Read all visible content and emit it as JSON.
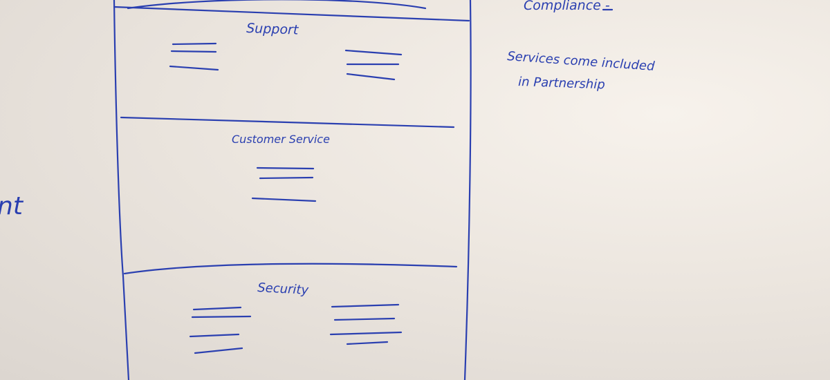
{
  "whiteboard": {
    "ink_color": "#2a3fb0",
    "board_color": "#ece6df",
    "sections": {
      "support": {
        "heading": "Support"
      },
      "customer_service": {
        "heading": "Customer Service"
      },
      "security": {
        "heading": "Security"
      }
    },
    "notes": {
      "compliance": "Compliance -",
      "services_line1": "Services come included",
      "services_line2": "in Partnership"
    },
    "edge_fragment": "nt"
  }
}
